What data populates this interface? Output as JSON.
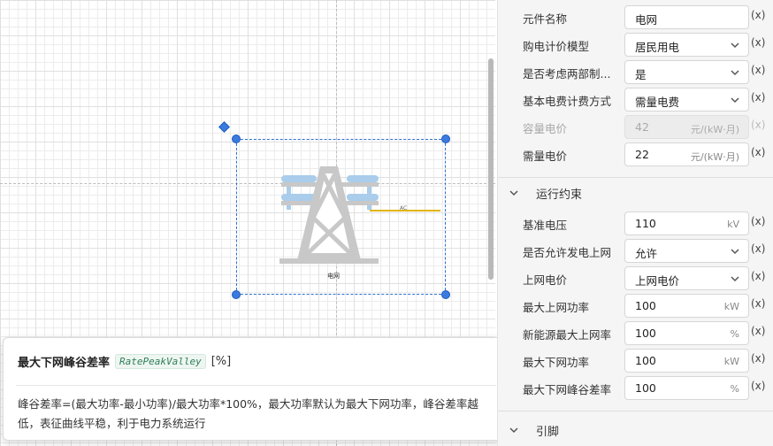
{
  "canvas": {
    "element_label": "电网",
    "ac_label": "AC",
    "tower_icon": "transmission-tower-icon"
  },
  "tooltip": {
    "title": "最大下网峰谷差率",
    "code": "RatePeakValley",
    "unit": "[%]",
    "description": "峰谷差率=(最大功率-最小功率)/最大功率*100%，最大功率默认为最大下网功率，峰谷差率越低，表征曲线平稳，利于电力系统运行"
  },
  "panel": {
    "fx_label": "(x)",
    "basic_rows": [
      {
        "label": "元件名称",
        "value": "电网",
        "type": "text"
      },
      {
        "label": "购电计价模型",
        "value": "居民用电",
        "type": "select"
      },
      {
        "label": "是否考虑两部制...",
        "value": "是",
        "type": "select"
      },
      {
        "label": "基本电费计费方式",
        "value": "需量电费",
        "type": "select"
      },
      {
        "label": "容量电价",
        "value": "42",
        "unit": "元/(kW·月)",
        "type": "number",
        "disabled": true
      },
      {
        "label": "需量电价",
        "value": "22",
        "unit": "元/(kW·月)",
        "type": "number"
      }
    ],
    "section_constraints": "运行约束",
    "constraint_rows": [
      {
        "label": "基准电压",
        "value": "110",
        "unit": "kV",
        "type": "number"
      },
      {
        "label": "是否允许发电上网",
        "value": "允许",
        "type": "select"
      },
      {
        "label": "上网电价",
        "value": "上网电价",
        "type": "select"
      },
      {
        "label": "最大上网功率",
        "value": "100",
        "unit": "kW",
        "type": "number"
      },
      {
        "label": "新能源最大上网率",
        "value": "100",
        "unit": "%",
        "type": "number"
      },
      {
        "label": "最大下网功率",
        "value": "100",
        "unit": "kW",
        "type": "number"
      },
      {
        "label": "最大下网峰谷差率",
        "value": "100",
        "unit": "%",
        "type": "number"
      }
    ],
    "section_pins": "引脚"
  },
  "colors": {
    "selection": "#2f6fd0",
    "tower_gray": "#c8c8c8",
    "insulator_blue": "#a9cdeb",
    "ac_line": "#e2b400",
    "code_green": "#2e7d5b"
  }
}
